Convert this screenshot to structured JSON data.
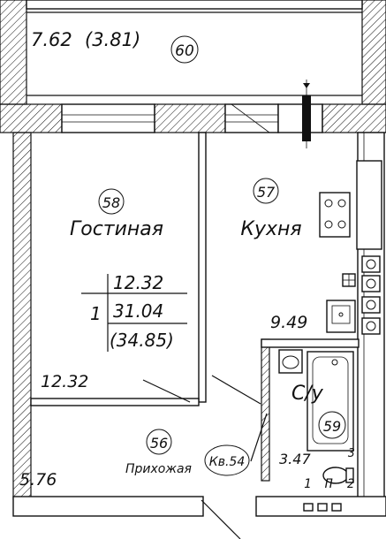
{
  "rooms": {
    "balcony": {
      "area": "7.62",
      "area_alt": "(3.81)",
      "number": "60"
    },
    "living": {
      "number": "58",
      "name": "Гостиная"
    },
    "kitchen": {
      "number": "57",
      "name": "Кухня"
    },
    "kitchen_area": "9.49",
    "living_area_left": "12.32",
    "bathroom": {
      "name": "С/у",
      "number": "59",
      "area": "3.47"
    },
    "hallway": {
      "number": "56",
      "name": "Прихожая",
      "area": "5.76"
    }
  },
  "summary": {
    "rooms_count": "1",
    "living_area": "12.32",
    "total_area": "31.04",
    "total_with_balcony": "(34.85)"
  },
  "apartment_badge": "Кв.54",
  "markers": {
    "m1": "1",
    "m2": "2",
    "m3": "3",
    "mp": "П"
  }
}
